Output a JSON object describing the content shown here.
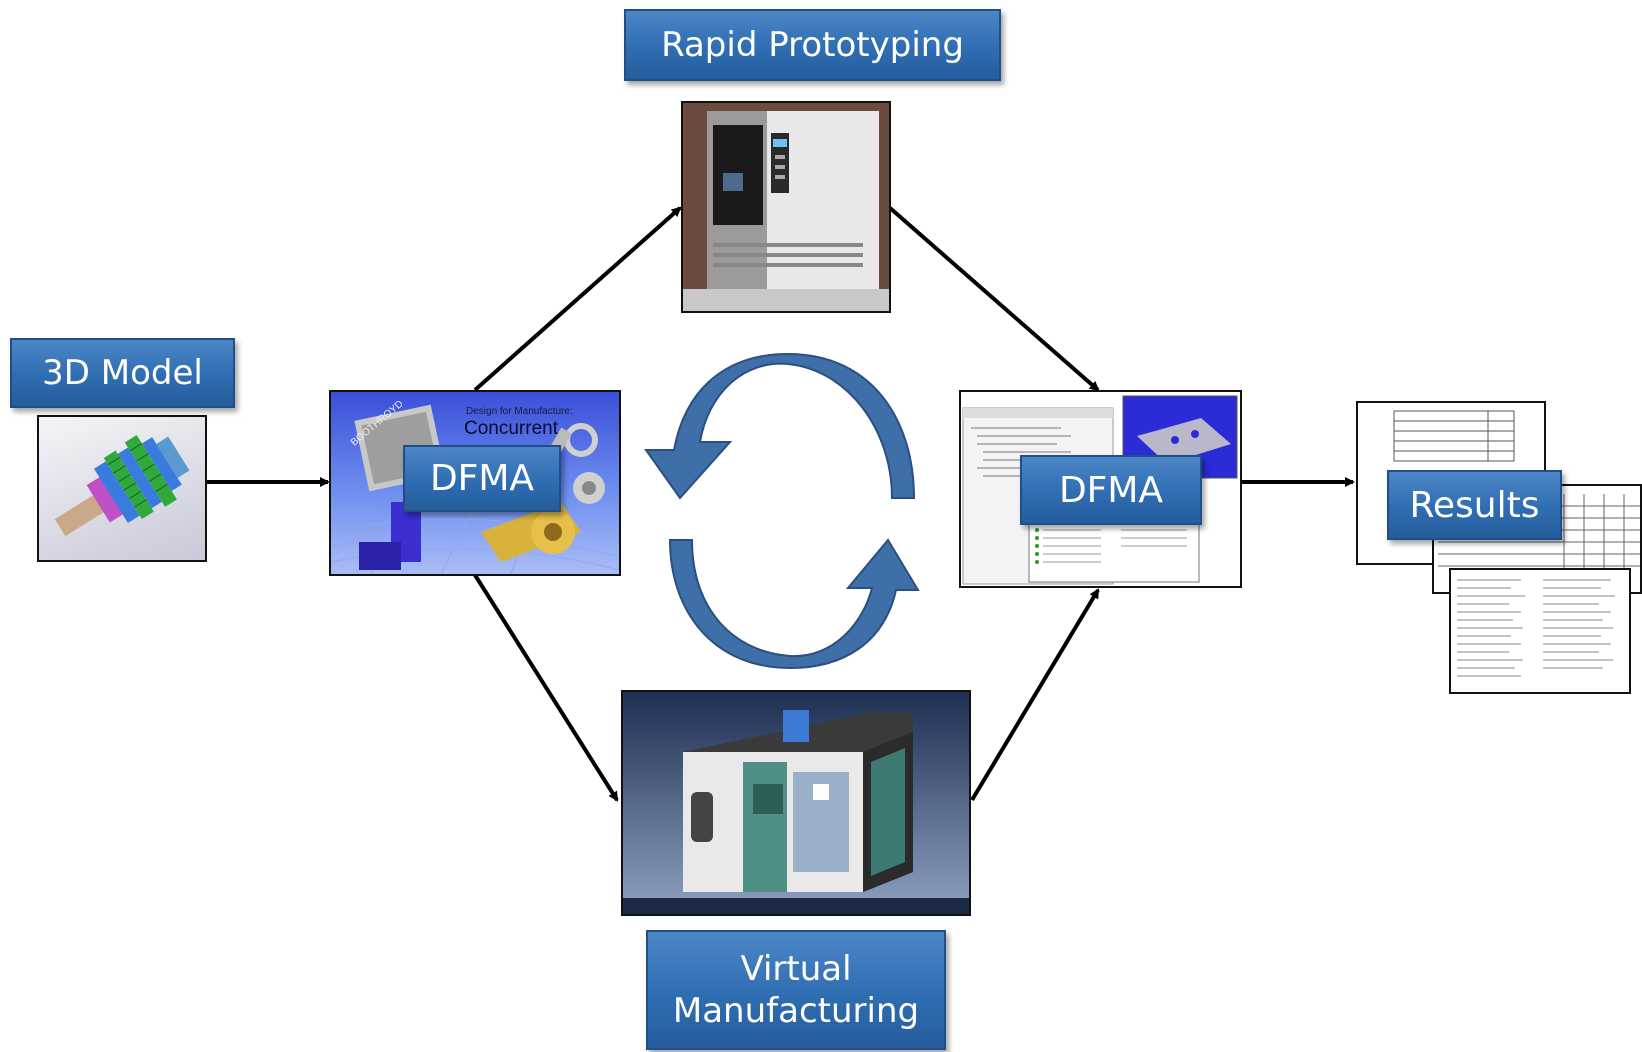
{
  "labels": {
    "model": "3D Model",
    "rapid_prototyping": "Rapid Prototyping",
    "dfma_left": "DFMA",
    "dfma_right": "DFMA",
    "virtual_manufacturing_line1": "Virtual",
    "virtual_manufacturing_line2": "Manufacturing",
    "results": "Results"
  },
  "images": {
    "dfma_splash_title_small": "Design for Manufacture:",
    "dfma_splash_title_large": "Concurrent",
    "dfma_splash_brand": "BOOTHROYD"
  },
  "colors": {
    "label_blue": "#2f6db2",
    "cycle_arrow_blue": "#3f6fa8",
    "connector": "#000000"
  }
}
